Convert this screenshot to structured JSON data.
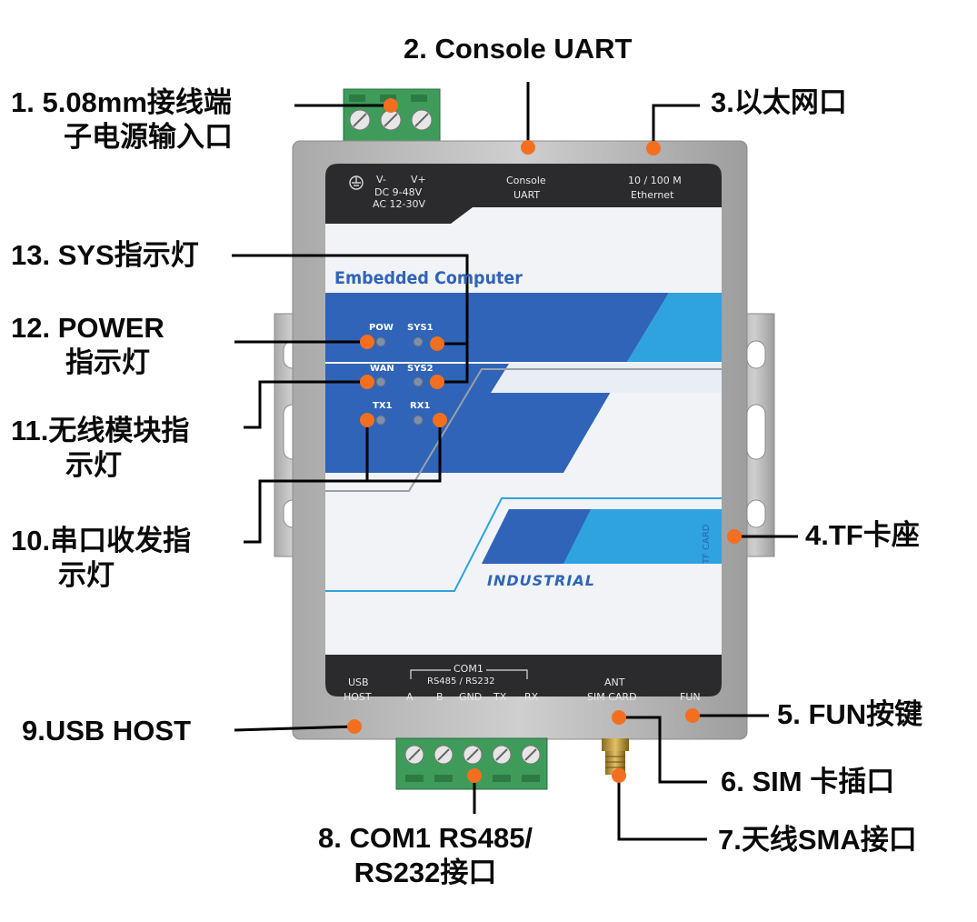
{
  "callouts": {
    "c1": {
      "line1": "1.  5.08mm接线端",
      "line2": "子电源输入口"
    },
    "c2": "2. Console UART",
    "c3": "3.以太网口",
    "c4": "4.TF卡座",
    "c5": "5. FUN按键",
    "c6": "6. SIM 卡插口",
    "c7": "7.天线SMA接口",
    "c8": {
      "line1": "8. COM1 RS485/",
      "line2": "RS232接口"
    },
    "c9": "9.USB HOST",
    "c10": {
      "line1": "10.串口收发指",
      "line2": "示灯"
    },
    "c11": {
      "line1": "11.无线模块指",
      "line2": "示灯"
    },
    "c12": {
      "line1": "12. POWER",
      "line2": "指示灯"
    },
    "c13": "13. SYS指示灯"
  },
  "device": {
    "top_panel": {
      "power_v_minus": "V-",
      "power_v_plus": "V+",
      "power_dc": "DC 9-48V",
      "power_ac": "AC 12-30V",
      "console_line1": "Console",
      "console_line2": "UART",
      "ethernet_line1": "10 / 100 M",
      "ethernet_line2": "Ethernet"
    },
    "brand": "Embedded Computer",
    "industrial": "INDUSTRIAL",
    "tf_card": "TF CARD",
    "leds": {
      "pow": "POW",
      "sys1": "SYS1",
      "wan": "WAN",
      "sys2": "SYS2",
      "tx1": "TX1",
      "rx1": "RX1"
    },
    "bottom_panel": {
      "usb_line1": "USB",
      "usb_line2": "HOST",
      "com_title": "COM1",
      "com_subtitle": "RS485 / RS232",
      "pins": [
        "A",
        "B",
        "GND",
        "TX",
        "RX"
      ],
      "ant": "ANT",
      "sim": "SIM CARD",
      "fun": "FUN"
    }
  },
  "colors": {
    "marker": "#f36f1f",
    "panel_dark": "#2b2b2e",
    "brand_blue": "#2f64b8",
    "light_blue": "#2ea3de",
    "terminal_green": "#3f9b5a",
    "casing_gray": "#b8b8b8"
  }
}
